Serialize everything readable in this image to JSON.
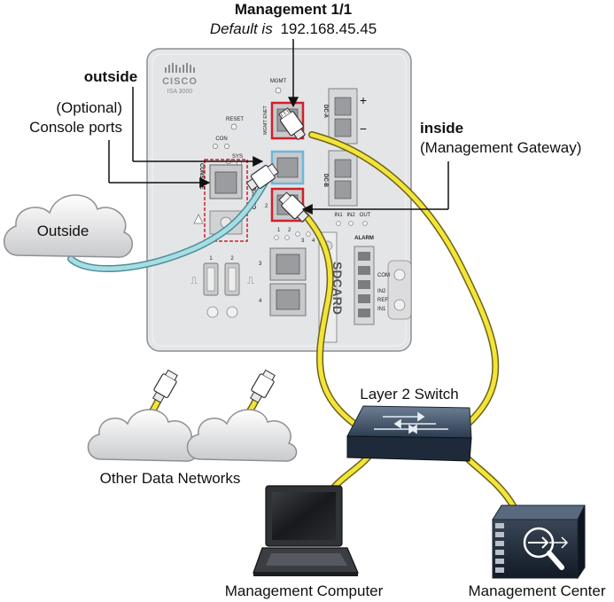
{
  "labels": {
    "management_title": "Management 1/1",
    "management_default_prefix": "Default is",
    "management_ip": "192.168.45.45",
    "outside": "outside",
    "optional": "(Optional)",
    "console_ports": "Console ports",
    "inside": "inside",
    "management_gateway": "(Management Gateway)",
    "outside_cloud": "Outside",
    "layer2_switch": "Layer 2 Switch",
    "other_data_networks": "Other Data Networks",
    "management_computer": "Management Computer",
    "management_center": "Management Center"
  },
  "device": {
    "brand": "CISCO",
    "model": "ISA 3000",
    "mgmt": "MGMT",
    "mgmt_enet": "MGMT ENET",
    "reset": "RESET",
    "con": "CON",
    "sys": "SYS",
    "console": "CONSOLE",
    "console_side": "CONSOLE",
    "dca": "DC-A",
    "dcb": "DC-B",
    "plus": "+",
    "minus": "−",
    "in1": "IN1",
    "in2": "IN2",
    "out": "OUT",
    "alarm": "ALARM",
    "com": "COM",
    "in2_alarm": "IN2",
    "ref": "REF",
    "in1_alarm": "IN1",
    "sdcard": "SDCARD",
    "port1": "1",
    "port2": "2",
    "port3": "3",
    "port4": "4",
    "usb1": "1",
    "usb2": "2"
  },
  "colors": {
    "device_body": "#e4e5e7",
    "highlight_red": "#d0202a",
    "highlight_blue": "#6ab8dc",
    "yellow_cable": "#f3e43a",
    "blue_cable": "#a8dde4",
    "switch_dark": "#1e2a3a"
  }
}
